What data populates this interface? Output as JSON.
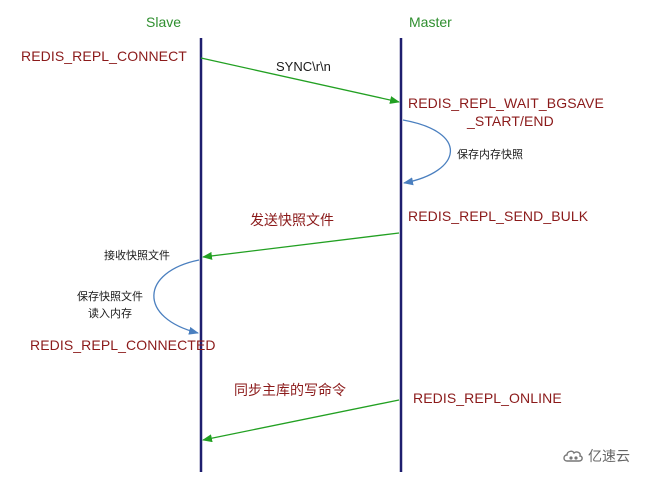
{
  "headers": {
    "slave": "Slave",
    "master": "Master"
  },
  "states": {
    "slave_connect": "REDIS_REPL_CONNECT",
    "master_wait_bgsave_1": "REDIS_REPL_WAIT_BGSAVE",
    "master_wait_bgsave_2": "_START/END",
    "master_send_bulk": "REDIS_REPL_SEND_BULK",
    "slave_connected": "REDIS_REPL_CONNECTED",
    "master_online": "REDIS_REPL_ONLINE"
  },
  "messages": {
    "sync": "SYNC\\r\\n",
    "send_snapshot": "发送快照文件",
    "sync_main_write": "同步主库的写命令"
  },
  "notes": {
    "save_snapshot": "保存内存快照",
    "receive_snapshot": "接收快照文件",
    "save_snapshot_file_1": "保存快照文件",
    "save_snapshot_file_2": "读入内存"
  },
  "watermark": {
    "text": "亿速云"
  },
  "colors": {
    "lifeline": "#1e1e6e",
    "green_arrow": "#22a022",
    "blue_curve": "#4a7fbf",
    "state_text": "#8b1a1a",
    "header_text": "#2f8f2f"
  }
}
